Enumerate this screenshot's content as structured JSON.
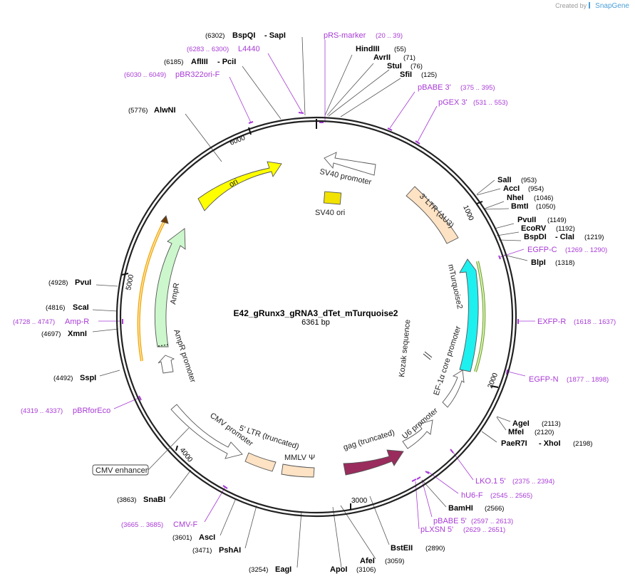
{
  "brand": {
    "prefix": "Created by",
    "name": "SnapGene"
  },
  "plasmid": {
    "name": "E42_gRunx3_gRNA3_dTet_mTurquoise2",
    "length_label": "6361 bp",
    "length": 6361
  },
  "ticks": [
    "1000",
    "2000",
    "3000",
    "4000",
    "5000",
    "6000"
  ],
  "enzymes": [
    {
      "name": "BspQI",
      "pos": "(6302)",
      "extra": "- SapI"
    },
    {
      "name": "HindIII",
      "pos": "(55)"
    },
    {
      "name": "AvrII",
      "pos": "(71)"
    },
    {
      "name": "StuI",
      "pos": "(76)"
    },
    {
      "name": "SfiI",
      "pos": "(125)"
    },
    {
      "name": "AflIII",
      "pos": "(6185)",
      "extra": "- PciI"
    },
    {
      "name": "AlwNI",
      "pos": "(5776)"
    },
    {
      "name": "SalI",
      "pos": "(953)"
    },
    {
      "name": "AccI",
      "pos": "(954)"
    },
    {
      "name": "NheI",
      "pos": "(1046)"
    },
    {
      "name": "BmtI",
      "pos": "(1050)"
    },
    {
      "name": "PvuII",
      "pos": "(1149)"
    },
    {
      "name": "EcoRV",
      "pos": "(1192)"
    },
    {
      "name": "BspDI",
      "pos": "(1219)",
      "extra": "- ClaI"
    },
    {
      "name": "BlpI",
      "pos": "(1318)"
    },
    {
      "name": "PvuI",
      "pos": "(4928)"
    },
    {
      "name": "ScaI",
      "pos": "(4816)"
    },
    {
      "name": "XmnI",
      "pos": "(4697)"
    },
    {
      "name": "SspI",
      "pos": "(4492)"
    },
    {
      "name": "AgeI",
      "pos": "(2113)"
    },
    {
      "name": "MfeI",
      "pos": "(2120)"
    },
    {
      "name": "PaeR7I",
      "pos": "(2198)",
      "extra": "- XhoI"
    },
    {
      "name": "BamHI",
      "pos": "(2566)"
    },
    {
      "name": "BstEII",
      "pos": "(2890)"
    },
    {
      "name": "AfeI",
      "pos": "(3059)"
    },
    {
      "name": "ApoI",
      "pos": "(3106)"
    },
    {
      "name": "EagI",
      "pos": "(3254)"
    },
    {
      "name": "PshAI",
      "pos": "(3471)"
    },
    {
      "name": "AscI",
      "pos": "(3601)"
    },
    {
      "name": "SnaBI",
      "pos": "(3863)"
    }
  ],
  "primers": [
    {
      "name": "pRS-marker",
      "range": "(20 .. 39)"
    },
    {
      "name": "L4440",
      "range": "(6283 .. 6300)"
    },
    {
      "name": "pBR322ori-F",
      "range": "(6030 .. 6049)"
    },
    {
      "name": "pBABE 3'",
      "range": "(375 .. 395)"
    },
    {
      "name": "pGEX 3'",
      "range": "(531 .. 553)"
    },
    {
      "name": "EGFP-C",
      "range": "(1269 .. 1290)"
    },
    {
      "name": "EXFP-R",
      "range": "(1618 .. 1637)"
    },
    {
      "name": "EGFP-N",
      "range": "(1877 .. 1898)"
    },
    {
      "name": "Amp-R",
      "range": "(4728 .. 4747)"
    },
    {
      "name": "pBRforEco",
      "range": "(4319 .. 4337)"
    },
    {
      "name": "LKO.1 5'",
      "range": "(2375 .. 2394)"
    },
    {
      "name": "hU6-F",
      "range": "(2545 .. 2565)"
    },
    {
      "name": "pBABE 5'",
      "range": "(2597 .. 2613)"
    },
    {
      "name": "pLXSN 5'",
      "range": "(2629 .. 2651)"
    },
    {
      "name": "CMV-F",
      "range": "(3665 .. 3685)"
    }
  ],
  "features": [
    {
      "name": "SV40 promoter",
      "color": "#ffffff"
    },
    {
      "name": "SV40 ori",
      "color": "#f2e200"
    },
    {
      "name": "ori",
      "color": "#ffff00"
    },
    {
      "name": "3' LTR (ΔU3)",
      "color": "#fde2c4"
    },
    {
      "name": "mTurquoise2",
      "color": "#1ef0f0"
    },
    {
      "name": "Kozak sequence",
      "color": "#ffffff"
    },
    {
      "name": "EF-1α core promoter",
      "color": "#ffffff"
    },
    {
      "name": "U6 promoter",
      "color": "#ffffff"
    },
    {
      "name": "gag (truncated)",
      "color": "#992c5c"
    },
    {
      "name": "MMLV Ψ",
      "color": "#fde2c4"
    },
    {
      "name": "5' LTR (truncated)",
      "color": "#fde2c4"
    },
    {
      "name": "CMV promoter",
      "color": "#ffffff"
    },
    {
      "name": "CMV enhancer",
      "color": "#ffffff"
    },
    {
      "name": "AmpR promoter",
      "color": "#ffffff"
    },
    {
      "name": "AmpR",
      "color": "#ccf7cc"
    }
  ]
}
